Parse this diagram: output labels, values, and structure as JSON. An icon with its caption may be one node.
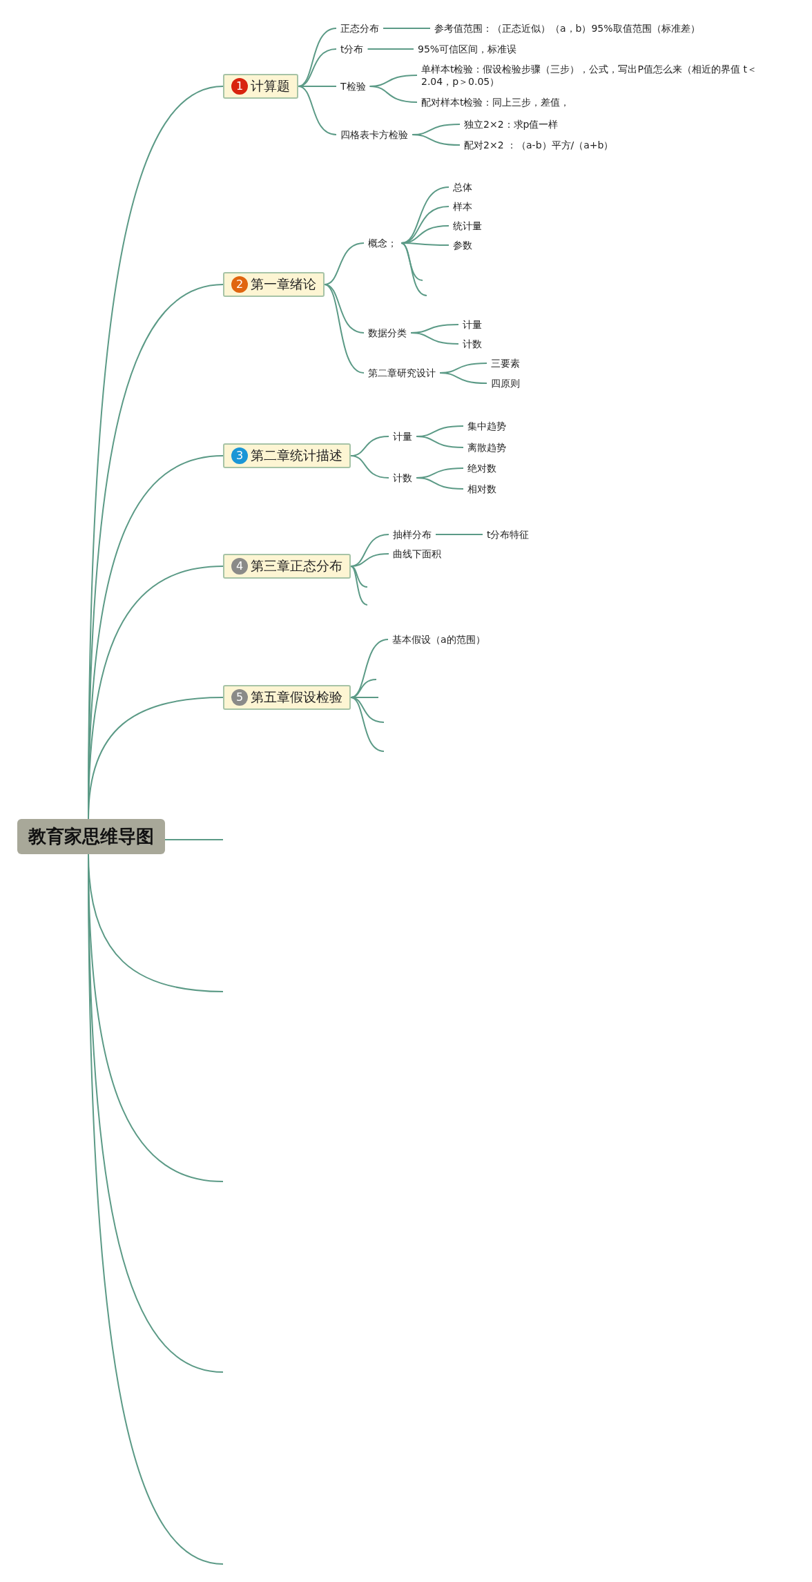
{
  "diagram": {
    "nodes": [
      {
        "text": [
          "教育家思维导图"
        ]
      },
      {
        "text": [
          "1",
          "计算题"
        ]
      },
      {
        "text": [
          "正态分布"
        ]
      },
      {
        "text": [
          "参考值范围：（正态近似）（a，b）95%取值范围（标准差）"
        ]
      },
      {
        "text": [
          "t分布"
        ]
      },
      {
        "text": [
          "95%可信区间，标准误"
        ]
      },
      {
        "text": [
          "T检验"
        ]
      },
      {
        "text": [
          "单样本t检验：假设检验步骤（三步），公式，写出P值怎么来（相近的界值 t＜2.04，p＞0.05）"
        ]
      },
      {
        "text": [
          "配对样本t检验：同上三步，差值，"
        ]
      },
      {
        "text": [
          "四格表卡方检验"
        ]
      },
      {
        "text": [
          "独立2×2：求p值一样"
        ]
      },
      {
        "text": [
          "配对2×2 ：（a-b）平方/（a+b）"
        ]
      },
      {
        "text": [
          "2",
          "第一章绪论"
        ]
      },
      {
        "text": [
          "概念；"
        ]
      },
      {
        "text": [
          "总体"
        ]
      },
      {
        "text": [
          "样本"
        ]
      },
      {
        "text": [
          "统计量"
        ]
      },
      {
        "text": [
          "参数"
        ]
      },
      {
        "text": [
          "数据分类"
        ]
      },
      {
        "text": [
          "计量"
        ]
      },
      {
        "text": [
          "计数"
        ]
      },
      {
        "text": [
          "第二章研究设计"
        ]
      },
      {
        "text": [
          "三要素"
        ]
      },
      {
        "text": [
          "四原则"
        ]
      },
      {
        "text": [
          "3",
          "第二章统计描述"
        ]
      },
      {
        "text": [
          "计量"
        ]
      },
      {
        "text": [
          "集中趋势"
        ]
      },
      {
        "text": [
          "离散趋势"
        ]
      },
      {
        "text": [
          "计数"
        ]
      },
      {
        "text": [
          "绝对数"
        ]
      },
      {
        "text": [
          "相对数"
        ]
      },
      {
        "text": [
          "4",
          "第三章正态分布"
        ]
      },
      {
        "text": [
          "抽样分布"
        ]
      },
      {
        "text": [
          "t分布特征"
        ]
      },
      {
        "text": [
          "曲线下面积"
        ]
      },
      {
        "text": [
          "5",
          "第五章假设检验"
        ]
      },
      {
        "text": [
          "基本假设（a的范围）"
        ]
      }
    ],
    "edges": [
      {
        "from": 0,
        "to": 1,
        "arrow": "none"
      },
      {
        "from": 1,
        "to": 2,
        "arrow": "none"
      },
      {
        "from": 2,
        "to": 3,
        "arrow": "none"
      },
      {
        "from": 1,
        "to": 4,
        "arrow": "none"
      },
      {
        "from": 4,
        "to": 5,
        "arrow": "none"
      },
      {
        "from": 1,
        "to": 6,
        "arrow": "none"
      },
      {
        "from": 6,
        "to": 7,
        "arrow": "none"
      },
      {
        "from": 6,
        "to": 8,
        "arrow": "none"
      },
      {
        "from": 1,
        "to": 9,
        "arrow": "none"
      },
      {
        "from": 9,
        "to": 10,
        "arrow": "none"
      },
      {
        "from": 9,
        "to": 11,
        "arrow": "none"
      },
      {
        "from": 0,
        "to": 12,
        "arrow": "none"
      },
      {
        "from": 12,
        "to": 13,
        "arrow": "none"
      },
      {
        "from": 13,
        "to": 14,
        "arrow": "none"
      },
      {
        "from": 13,
        "to": 15,
        "arrow": "none"
      },
      {
        "from": 13,
        "to": 16,
        "arrow": "none"
      },
      {
        "from": 13,
        "to": 17,
        "arrow": "none"
      },
      {
        "from": 13,
        "to": null,
        "arrow": "none"
      },
      {
        "from": 13,
        "to": null,
        "arrow": "none"
      },
      {
        "from": 12,
        "to": 18,
        "arrow": "none"
      },
      {
        "from": 18,
        "to": 19,
        "arrow": "none"
      },
      {
        "from": 18,
        "to": 20,
        "arrow": "none"
      },
      {
        "from": 12,
        "to": 21,
        "arrow": "none"
      },
      {
        "from": 21,
        "to": 22,
        "arrow": "none"
      },
      {
        "from": 21,
        "to": 23,
        "arrow": "none"
      },
      {
        "from": 0,
        "to": 24,
        "arrow": "none"
      },
      {
        "from": 24,
        "to": 25,
        "arrow": "none"
      },
      {
        "from": 25,
        "to": 26,
        "arrow": "none"
      },
      {
        "from": 25,
        "to": 27,
        "arrow": "none"
      },
      {
        "from": 24,
        "to": 28,
        "arrow": "none"
      },
      {
        "from": 28,
        "to": 29,
        "arrow": "none"
      },
      {
        "from": 28,
        "to": 30,
        "arrow": "none"
      },
      {
        "from": 0,
        "to": 31,
        "arrow": "none"
      },
      {
        "from": 31,
        "to": 32,
        "arrow": "none"
      },
      {
        "from": 32,
        "to": 33,
        "arrow": "none"
      },
      {
        "from": 31,
        "to": 34,
        "arrow": "none"
      },
      {
        "from": 31,
        "to": null,
        "arrow": "none"
      },
      {
        "from": 31,
        "to": null,
        "arrow": "none"
      },
      {
        "from": 0,
        "to": 35,
        "arrow": "none"
      },
      {
        "from": 35,
        "to": 36,
        "arrow": "none"
      },
      {
        "from": 35,
        "to": null,
        "arrow": "none"
      },
      {
        "from": 35,
        "to": null,
        "arrow": "none"
      },
      {
        "from": 35,
        "to": null,
        "arrow": "none"
      },
      {
        "from": 35,
        "to": null,
        "arrow": "none"
      },
      {
        "from": 0,
        "to": null,
        "arrow": "none"
      },
      {
        "from": 0,
        "to": null,
        "arrow": "none"
      },
      {
        "from": 0,
        "to": null,
        "arrow": "none"
      },
      {
        "from": 0,
        "to": null,
        "arrow": "none"
      },
      {
        "from": 0,
        "to": null,
        "arrow": "none"
      }
    ]
  }
}
